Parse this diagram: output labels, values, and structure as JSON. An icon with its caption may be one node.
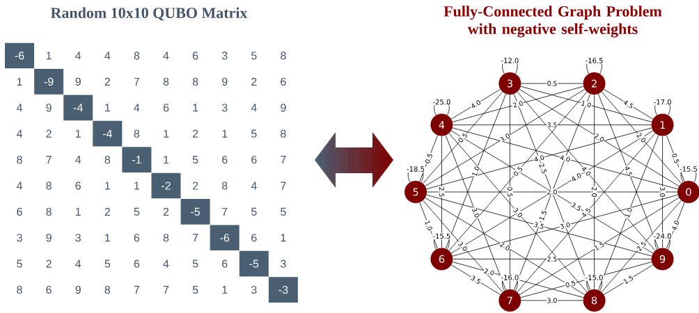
{
  "diagram": {
    "nodes": [
      {
        "text": [
          "0"
        ]
      },
      {
        "text": [
          "1"
        ]
      },
      {
        "text": [
          "2"
        ]
      },
      {
        "text": [
          "3"
        ]
      },
      {
        "text": [
          "4"
        ]
      },
      {
        "text": [
          "5"
        ]
      },
      {
        "text": [
          "6"
        ]
      },
      {
        "text": [
          "7"
        ]
      },
      {
        "text": [
          "8"
        ]
      },
      {
        "text": [
          "9"
        ]
      }
    ],
    "edges": [
      {
        "from": 0,
        "to": 1,
        "arrow": "none",
        "label": "0.5"
      },
      {
        "from": 0,
        "to": 2,
        "arrow": "none",
        "label": "2.0"
      },
      {
        "from": 0,
        "to": 3,
        "arrow": "none",
        "label": "2.0"
      },
      {
        "from": 0,
        "to": 4,
        "arrow": "none",
        "label": "4.0"
      },
      {
        "from": 0,
        "to": 5,
        "arrow": "none",
        "label": "2.0"
      },
      {
        "from": 0,
        "to": 6,
        "arrow": "none",
        "label": "3.0"
      },
      {
        "from": 0,
        "to": 7,
        "arrow": "none",
        "label": "1.5"
      },
      {
        "from": 0,
        "to": 8,
        "arrow": "none",
        "label": "2.5"
      },
      {
        "from": 0,
        "to": 9,
        "arrow": "none",
        "label": "4.0"
      },
      {
        "from": 1,
        "to": 2,
        "arrow": "none",
        "label": "4.5"
      },
      {
        "from": 1,
        "to": 3,
        "arrow": "none",
        "label": "1.0"
      },
      {
        "from": 1,
        "to": 4,
        "arrow": "none",
        "label": "3.5"
      },
      {
        "from": 1,
        "to": 5,
        "arrow": "none",
        "label": "4.0"
      },
      {
        "from": 1,
        "to": 6,
        "arrow": "none",
        "label": "4.0"
      },
      {
        "from": 1,
        "to": 7,
        "arrow": "none",
        "label": "4.5"
      },
      {
        "from": 1,
        "to": 8,
        "arrow": "none",
        "label": "1.0"
      },
      {
        "from": 1,
        "to": 9,
        "arrow": "none",
        "label": "3.0"
      },
      {
        "from": 2,
        "to": 3,
        "arrow": "none",
        "label": "0.5"
      },
      {
        "from": 2,
        "to": 4,
        "arrow": "none",
        "label": "2.0"
      },
      {
        "from": 2,
        "to": 5,
        "arrow": "none",
        "label": "3.0"
      },
      {
        "from": 2,
        "to": 6,
        "arrow": "none",
        "label": "0.5"
      },
      {
        "from": 2,
        "to": 7,
        "arrow": "none",
        "label": "1.5"
      },
      {
        "from": 2,
        "to": 8,
        "arrow": "none",
        "label": "2.0"
      },
      {
        "from": 2,
        "to": 9,
        "arrow": "none",
        "label": "4.5"
      },
      {
        "from": 3,
        "to": 4,
        "arrow": "none",
        "label": "4.0"
      },
      {
        "from": 3,
        "to": 5,
        "arrow": "none",
        "label": "0.5"
      },
      {
        "from": 3,
        "to": 6,
        "arrow": "none",
        "label": "1.0"
      },
      {
        "from": 3,
        "to": 7,
        "arrow": "none",
        "label": "0.5"
      },
      {
        "from": 3,
        "to": 8,
        "arrow": "none",
        "label": "2.5"
      },
      {
        "from": 3,
        "to": 9,
        "arrow": "none",
        "label": "4.0"
      },
      {
        "from": 4,
        "to": 5,
        "arrow": "none",
        "label": "0.5"
      },
      {
        "from": 4,
        "to": 6,
        "arrow": "none",
        "label": "2.5"
      },
      {
        "from": 4,
        "to": 7,
        "arrow": "none",
        "label": "3.0"
      },
      {
        "from": 4,
        "to": 8,
        "arrow": "none",
        "label": "3.0"
      },
      {
        "from": 4,
        "to": 9,
        "arrow": "none",
        "label": "3.5"
      },
      {
        "from": 5,
        "to": 6,
        "arrow": "none",
        "label": "1.0"
      },
      {
        "from": 5,
        "to": 7,
        "arrow": "none",
        "label": "3.0"
      },
      {
        "from": 5,
        "to": 8,
        "arrow": "none",
        "label": "2.0"
      },
      {
        "from": 5,
        "to": 9,
        "arrow": "none",
        "label": "3.5"
      },
      {
        "from": 6,
        "to": 7,
        "arrow": "none",
        "label": "3.5"
      },
      {
        "from": 6,
        "to": 8,
        "arrow": "none",
        "label": "2.0"
      },
      {
        "from": 6,
        "to": 9,
        "arrow": "none",
        "label": "2.5"
      },
      {
        "from": 7,
        "to": 8,
        "arrow": "none",
        "label": "3.0"
      },
      {
        "from": 7,
        "to": 9,
        "arrow": "none",
        "label": "0.5"
      },
      {
        "from": 8,
        "to": 9,
        "arrow": "none",
        "label": "1.5"
      },
      {
        "from": 0,
        "to": 0,
        "arrow": "none",
        "label": "-15.5"
      },
      {
        "from": 1,
        "to": 1,
        "arrow": "none",
        "label": "-17.0"
      },
      {
        "from": 2,
        "to": 2,
        "arrow": "none",
        "label": "-16.5"
      },
      {
        "from": 3,
        "to": 3,
        "arrow": "none",
        "label": "-12.0"
      },
      {
        "from": 4,
        "to": 4,
        "arrow": "none",
        "label": "-25.0"
      },
      {
        "from": 5,
        "to": 5,
        "arrow": "none",
        "label": "-18.5"
      },
      {
        "from": 6,
        "to": 6,
        "arrow": "none",
        "label": "-15.5"
      },
      {
        "from": 7,
        "to": 7,
        "arrow": "none",
        "label": "-16.0"
      },
      {
        "from": 8,
        "to": 8,
        "arrow": "none",
        "label": "-15.0"
      },
      {
        "from": 9,
        "to": 9,
        "arrow": "none",
        "label": "-24.0"
      }
    ],
    "labels": [
      "Random 10x10 QUBO Matrix",
      "Fully-Connected Graph Problem with negative self-weights",
      "-6",
      "1",
      "4",
      "4",
      "8",
      "4",
      "6",
      "3",
      "5",
      "8",
      "1",
      "-9",
      "9",
      "2",
      "7",
      "8",
      "8",
      "9",
      "2",
      "6",
      "4",
      "9",
      "-4",
      "1",
      "4",
      "6",
      "1",
      "3",
      "4",
      "9",
      "4",
      "2",
      "1",
      "-4",
      "8",
      "1",
      "2",
      "1",
      "5",
      "8",
      "8",
      "7",
      "4",
      "8",
      "-1",
      "1",
      "5",
      "6",
      "6",
      "7",
      "4",
      "8",
      "6",
      "1",
      "1",
      "-2",
      "2",
      "8",
      "4",
      "7",
      "6",
      "8",
      "1",
      "2",
      "5",
      "2",
      "-5",
      "7",
      "5",
      "5",
      "3",
      "9",
      "3",
      "1",
      "6",
      "8",
      "7",
      "-6",
      "6",
      "1",
      "5",
      "2",
      "4",
      "5",
      "6",
      "4",
      "5",
      "6",
      "-5",
      "3",
      "8",
      "6",
      "9",
      "8",
      "7",
      "7",
      "5",
      "1",
      "3",
      "-3"
    ]
  }
}
